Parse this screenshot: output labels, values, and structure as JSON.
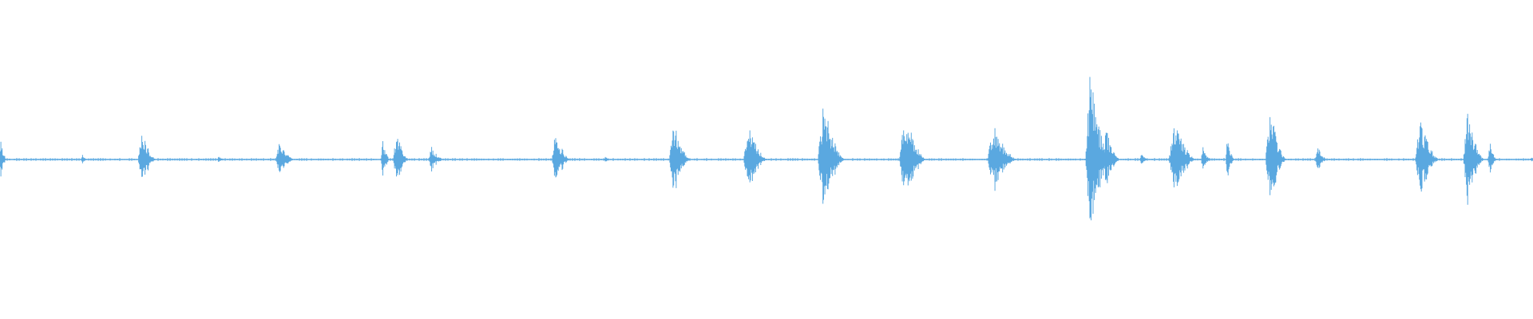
{
  "waveform": {
    "color": "#5aa8e0",
    "background": "#ffffff",
    "amplitude_scale": 1.0,
    "bursts": [
      {
        "t": 0.0,
        "amp": 0.16,
        "dur": 0.006
      },
      {
        "t": 0.054,
        "amp": 0.03,
        "dur": 0.004
      },
      {
        "t": 0.093,
        "amp": 0.18,
        "dur": 0.012
      },
      {
        "t": 0.143,
        "amp": 0.03,
        "dur": 0.004
      },
      {
        "t": 0.183,
        "amp": 0.12,
        "dur": 0.012
      },
      {
        "t": 0.25,
        "amp": 0.12,
        "dur": 0.006
      },
      {
        "t": 0.259,
        "amp": 0.18,
        "dur": 0.01
      },
      {
        "t": 0.282,
        "amp": 0.08,
        "dur": 0.01
      },
      {
        "t": 0.363,
        "amp": 0.18,
        "dur": 0.012
      },
      {
        "t": 0.395,
        "amp": 0.02,
        "dur": 0.004
      },
      {
        "t": 0.44,
        "amp": 0.26,
        "dur": 0.014
      },
      {
        "t": 0.489,
        "amp": 0.22,
        "dur": 0.016
      },
      {
        "t": 0.538,
        "amp": 0.36,
        "dur": 0.018
      },
      {
        "t": 0.591,
        "amp": 0.3,
        "dur": 0.018
      },
      {
        "t": 0.649,
        "amp": 0.22,
        "dur": 0.02
      },
      {
        "t": 0.712,
        "amp": 0.58,
        "dur": 0.016
      },
      {
        "t": 0.722,
        "amp": 0.2,
        "dur": 0.012
      },
      {
        "t": 0.745,
        "amp": 0.04,
        "dur": 0.006
      },
      {
        "t": 0.767,
        "amp": 0.25,
        "dur": 0.018
      },
      {
        "t": 0.785,
        "amp": 0.08,
        "dur": 0.006
      },
      {
        "t": 0.801,
        "amp": 0.14,
        "dur": 0.006
      },
      {
        "t": 0.829,
        "amp": 0.34,
        "dur": 0.014
      },
      {
        "t": 0.86,
        "amp": 0.08,
        "dur": 0.008
      },
      {
        "t": 0.927,
        "amp": 0.26,
        "dur": 0.016
      },
      {
        "t": 0.958,
        "amp": 0.3,
        "dur": 0.014
      },
      {
        "t": 0.972,
        "amp": 0.12,
        "dur": 0.006
      },
      {
        "t": 0.999,
        "amp": 0.02,
        "dur": 0.004
      }
    ]
  }
}
